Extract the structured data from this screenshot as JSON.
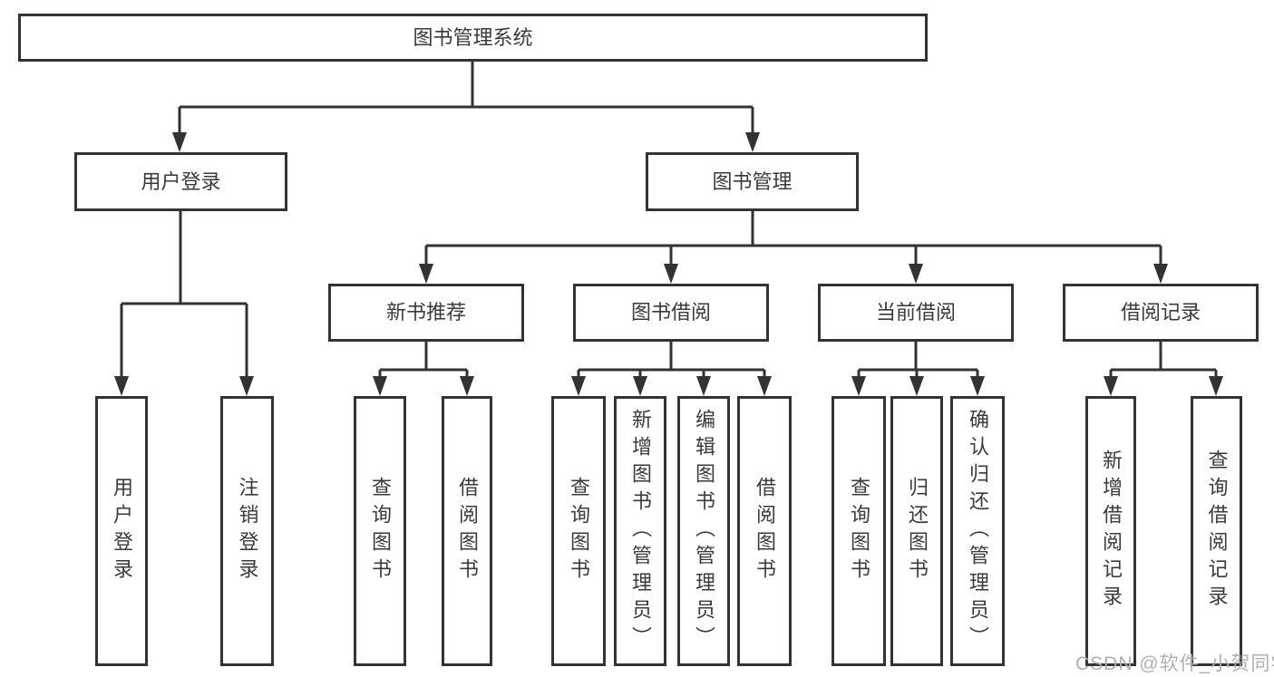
{
  "diagram": {
    "root": {
      "label": "图书管理系统"
    },
    "user_login": {
      "label": "用户登录",
      "children": [
        "用户登录",
        "注销登录"
      ]
    },
    "book_management": {
      "label": "图书管理",
      "sections": [
        {
          "label": "新书推荐",
          "children": [
            "查询图书",
            "借阅图书"
          ]
        },
        {
          "label": "图书借阅",
          "children": [
            "查询图书",
            "新增图书（管理员）",
            "编辑图书（管理员）",
            "借阅图书"
          ]
        },
        {
          "label": "当前借阅",
          "children": [
            "查询图书",
            "归还图书",
            "确认归还（管理员）"
          ]
        },
        {
          "label": "借阅记录",
          "children": [
            "新增借阅记录",
            "查询借阅记录"
          ]
        }
      ]
    }
  },
  "watermark": {
    "text": "CSDN @软件_小贺同学"
  },
  "colors": {
    "line": "#333333",
    "box_border": "#333333",
    "text": "#3a3a3a",
    "watermark": "#b0b0b0",
    "background": "#ffffff"
  }
}
